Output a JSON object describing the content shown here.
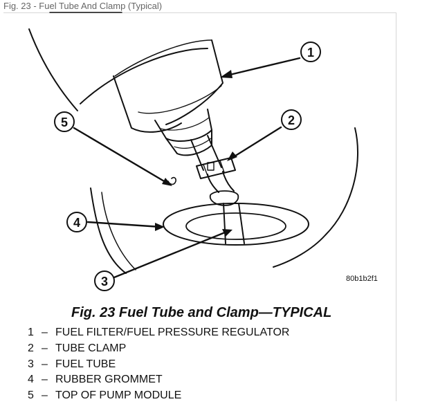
{
  "figure_caption": "Fig. 23 - Fuel Tube And Clamp (Typical)",
  "diagram_title": "Fig. 23 Fuel Tube and Clamp—TYPICAL",
  "reference_code": "80b1b2f1",
  "callouts": [
    "1",
    "2",
    "3",
    "4",
    "5"
  ],
  "legend": [
    {
      "num": "1",
      "dash": "–",
      "label": "FUEL FILTER/FUEL PRESSURE REGULATOR"
    },
    {
      "num": "2",
      "dash": "–",
      "label": "TUBE CLAMP"
    },
    {
      "num": "3",
      "dash": "–",
      "label": "FUEL TUBE"
    },
    {
      "num": "4",
      "dash": "–",
      "label": "RUBBER GROMMET"
    },
    {
      "num": "5",
      "dash": "–",
      "label": "TOP OF PUMP MODULE"
    }
  ]
}
